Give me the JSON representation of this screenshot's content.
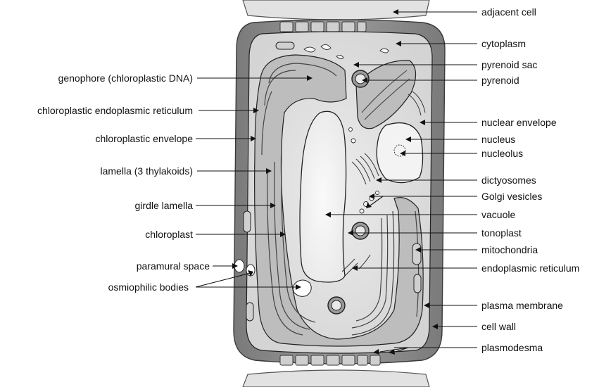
{
  "labels_left": [
    {
      "id": "genophore",
      "text": "genophore (chloroplastic DNA)"
    },
    {
      "id": "chl-er",
      "text": "chloroplastic endoplasmic reticulum"
    },
    {
      "id": "chl-envelope",
      "text": "chloroplastic envelope"
    },
    {
      "id": "lamella",
      "text": "lamella (3 thylakoids)"
    },
    {
      "id": "girdle",
      "text": "girdle lamella"
    },
    {
      "id": "chloroplast",
      "text": "chloroplast"
    },
    {
      "id": "paramural",
      "text": "paramural space"
    },
    {
      "id": "osmiophilic",
      "text": "osmiophilic bodies"
    }
  ],
  "labels_right": [
    {
      "id": "adjacent-cell",
      "text": "adjacent cell"
    },
    {
      "id": "cytoplasm",
      "text": "cytoplasm"
    },
    {
      "id": "pyrenoid-sac",
      "text": "pyrenoid sac"
    },
    {
      "id": "pyrenoid",
      "text": "pyrenoid"
    },
    {
      "id": "nuclear-envelope",
      "text": "nuclear envelope"
    },
    {
      "id": "nucleus",
      "text": "nucleus"
    },
    {
      "id": "nucleolus",
      "text": "nucleolus"
    },
    {
      "id": "dictyosomes",
      "text": "dictyosomes"
    },
    {
      "id": "golgi",
      "text": "Golgi vesicles"
    },
    {
      "id": "vacuole",
      "text": "vacuole"
    },
    {
      "id": "tonoplast",
      "text": "tonoplast"
    },
    {
      "id": "mitochondria",
      "text": "mitochondria"
    },
    {
      "id": "er",
      "text": "endoplasmic reticulum"
    },
    {
      "id": "plasma-membrane",
      "text": "plasma membrane"
    },
    {
      "id": "cell-wall",
      "text": "cell wall"
    },
    {
      "id": "plasmodesma",
      "text": "plasmodesma"
    }
  ]
}
